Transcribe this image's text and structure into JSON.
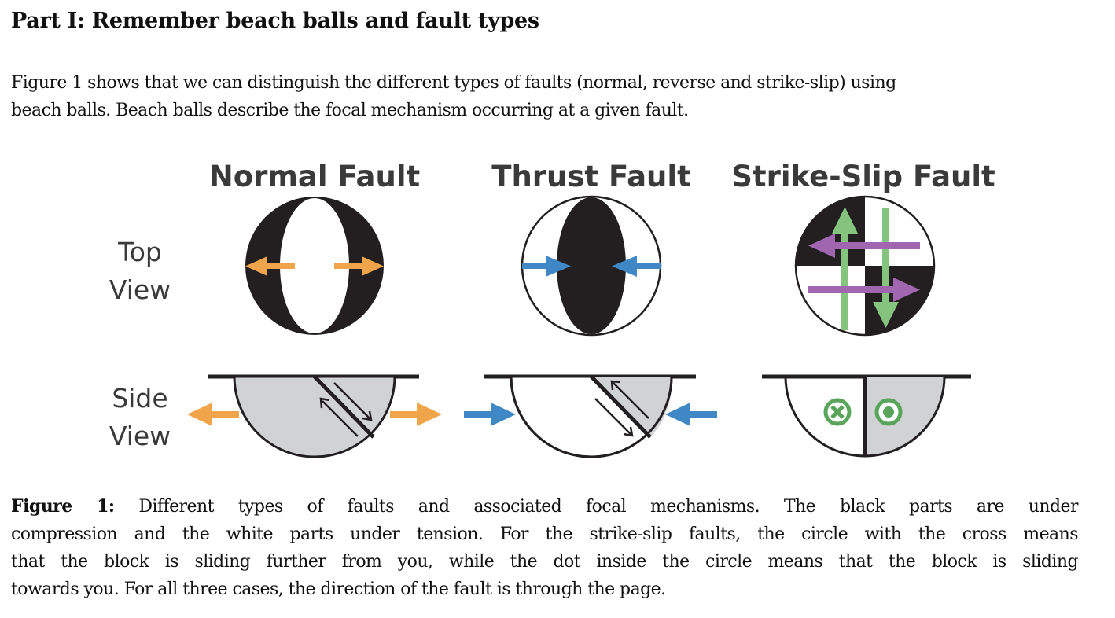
{
  "heading": "Part I: Remember beach balls and fault types",
  "intro": {
    "line1": "Figure 1 shows that we can distinguish the different types of faults (normal, reverse and strike-slip) using",
    "line2": "beach balls. Beach balls describe the focal mechanism occurring at a given fault."
  },
  "figure": {
    "columns": [
      "Normal Fault",
      "Thrust Fault",
      "Strike-Slip Fault"
    ],
    "row_labels": {
      "top": [
        "Top",
        "View"
      ],
      "side": [
        "Side",
        "View"
      ]
    },
    "colors": {
      "compression_fill": "#231f20",
      "block_fill": "#d1d2d4",
      "extension_arrow": "#f1a54a",
      "compression_arrow": "#3f88c5",
      "strike_slip_vertical_arrow": "#84c47f",
      "strike_slip_horizontal_arrow": "#a066b0",
      "sliding_symbol": "#5aa55b"
    }
  },
  "caption": {
    "label": "Figure 1:",
    "line1_rest": " Different types of faults and associated focal mechanisms. The black parts are under",
    "line2": "compression and the white parts under tension. For the strike-slip faults, the circle with the cross means",
    "line3": "that the block is sliding further from you, while the dot inside the circle means that the block is sliding",
    "line4": "towards you. For all three cases, the direction of the fault is through the page."
  }
}
